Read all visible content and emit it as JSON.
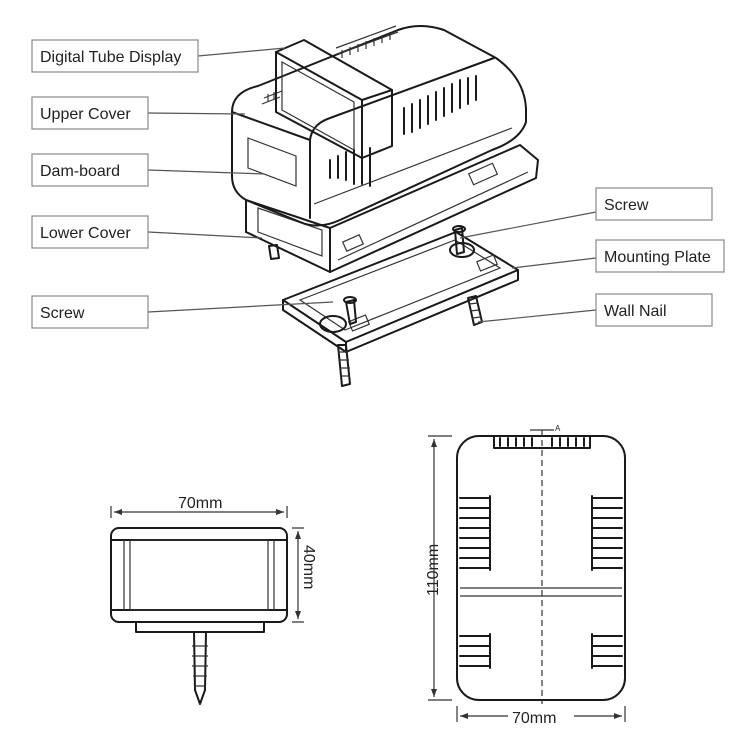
{
  "callouts": {
    "digital_tube_display": "Digital Tube Display",
    "upper_cover": "Upper Cover",
    "dam_board": "Dam-board",
    "lower_cover": "Lower Cover",
    "screw_left": "Screw",
    "screw_right": "Screw",
    "mounting_plate": "Mounting Plate",
    "wall_nail": "Wall Nail"
  },
  "dimensions": {
    "side_width": "70mm",
    "side_height": "40mm",
    "front_height": "110mm",
    "front_width": "70mm",
    "section_mark": "A"
  }
}
